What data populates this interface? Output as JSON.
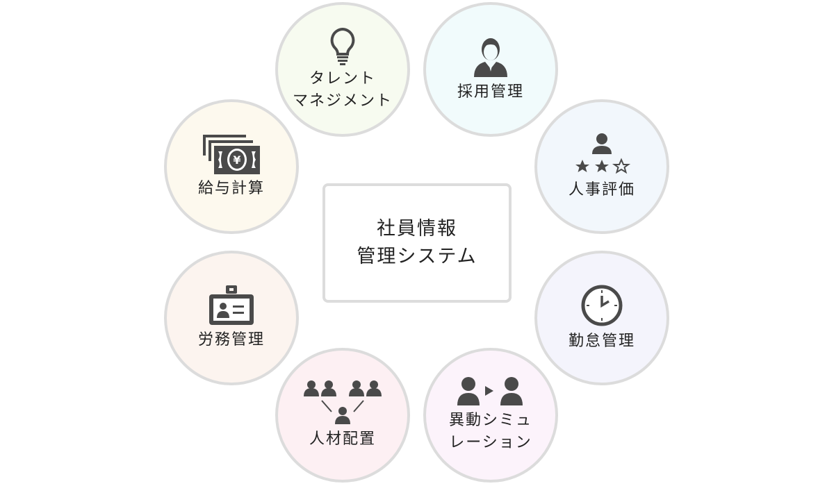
{
  "center": {
    "title": "社員情報\n管理システム"
  },
  "modules": [
    {
      "label": "タレント\nマネジメント",
      "icon": "lightbulb-icon",
      "bg": "#f7fbf0"
    },
    {
      "label": "採用管理",
      "icon": "businessman-icon",
      "bg": "#f1fbfc"
    },
    {
      "label": "人事評価",
      "icon": "person-rating-icon",
      "bg": "#f2f7fc"
    },
    {
      "label": "勤怠管理",
      "icon": "clock-icon",
      "bg": "#f4f4fc"
    },
    {
      "label": "異動シミュ\nレーション",
      "icon": "person-transfer-icon",
      "bg": "#fcf3fb"
    },
    {
      "label": "人材配置",
      "icon": "people-placement-icon",
      "bg": "#fdf0f3"
    },
    {
      "label": "労務管理",
      "icon": "id-card-icon",
      "bg": "#fcf4ef"
    },
    {
      "label": "給与計算",
      "icon": "yen-bills-icon",
      "bg": "#fdf9ee"
    }
  ],
  "colors": {
    "icon": "#4a4a4a",
    "border": "#dcdcdc"
  }
}
